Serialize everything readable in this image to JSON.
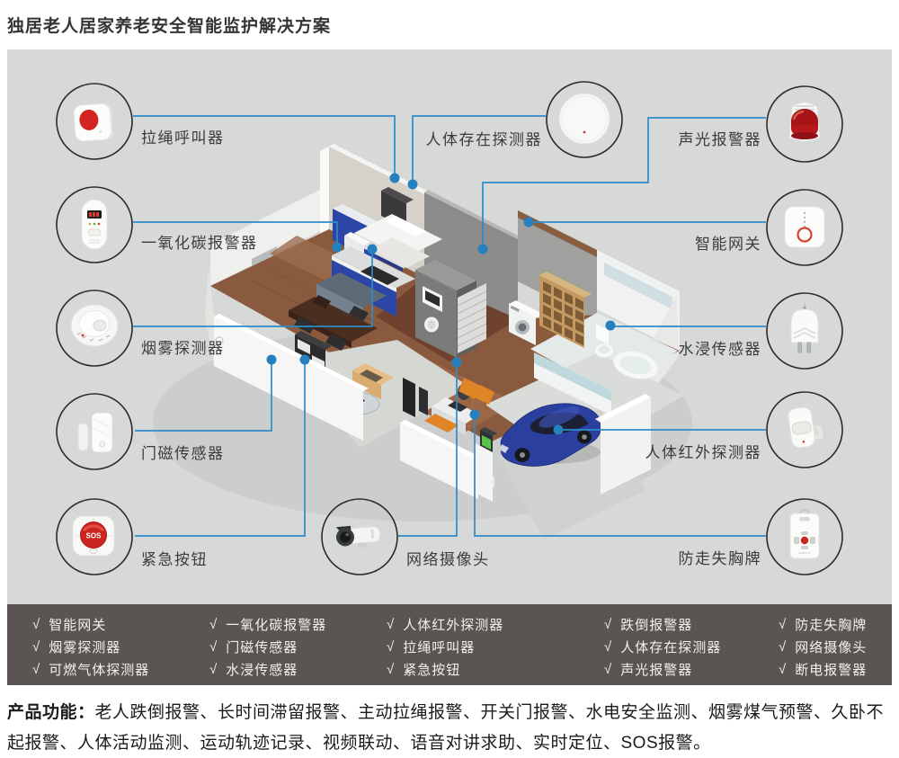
{
  "title": "独居老人居家养老安全智能监护解决方案",
  "colors": {
    "accent_blue": "#2e8bc9",
    "panel_bg": "#d7d9d8",
    "bar_bg": "#5a5553",
    "alert_red": "#cc2520"
  },
  "devices": [
    {
      "id": "pull-rope-caller",
      "label": "拉绳呼叫器"
    },
    {
      "id": "co-alarm",
      "label": "一氧化碳报警器"
    },
    {
      "id": "smoke-detector",
      "label": "烟雾探测器"
    },
    {
      "id": "door-magnet-sensor",
      "label": "门磁传感器"
    },
    {
      "id": "emergency-button",
      "label": "紧急按钮"
    },
    {
      "id": "presence-detector",
      "label": "人体存在探测器"
    },
    {
      "id": "sound-light-alarm",
      "label": "声光报警器"
    },
    {
      "id": "smart-gateway",
      "label": "智能网关"
    },
    {
      "id": "water-leak-sensor",
      "label": "水浸传感器"
    },
    {
      "id": "pir-detector",
      "label": "人体红外探测器"
    },
    {
      "id": "anti-loss-badge",
      "label": "防走失胸牌"
    },
    {
      "id": "network-camera",
      "label": "网络摄像头"
    }
  ],
  "emergency_button_text": "SOS",
  "checklist": {
    "check": "√",
    "columns": [
      {
        "items": [
          "智能网关",
          "烟雾探测器",
          "可燃气体探测器"
        ]
      },
      {
        "items": [
          "一氧化碳报警器",
          "门磁传感器",
          "水浸传感器"
        ]
      },
      {
        "items": [
          "人体红外探测器",
          "拉绳呼叫器",
          "紧急按钮"
        ]
      },
      {
        "items": [
          "跌倒报警器",
          "人体存在探测器",
          "声光报警器"
        ]
      },
      {
        "items": [
          "防走失胸牌",
          "网络摄像头",
          "断电报警器"
        ]
      }
    ]
  },
  "footer": {
    "label": "产品功能：",
    "text": "老人跌倒报警、长时间滞留报警、主动拉绳报警、开关门报警、水电安全监测、烟雾煤气预警、久卧不起报警、人体活动监测、运动轨迹记录、视频联动、语音对讲求助、实时定位、SOS报警。"
  }
}
